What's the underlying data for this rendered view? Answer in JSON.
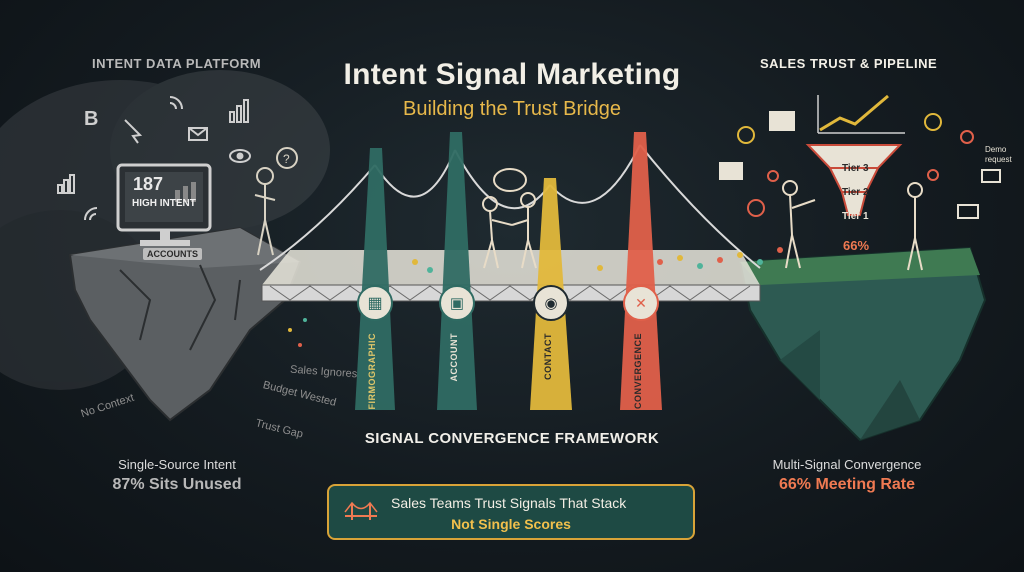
{
  "header": {
    "title": "Intent Signal Marketing",
    "subtitle": "Building the Trust Bridge"
  },
  "left": {
    "heading": "INTENT DATA PLATFORM",
    "monitor_number": "187",
    "monitor_label": "HIGH INTENT",
    "stand_label": "ACCOUNTS",
    "problems": [
      "Sales Ignores",
      "Budget Wested",
      "No Context",
      "Trust Gap"
    ],
    "caption_line1": "Single-Source Intent",
    "caption_line2": "87% Sits Unused"
  },
  "right": {
    "heading": "SALES TRUST & PIPELINE",
    "tiers": [
      "Tier 3",
      "Tier 2",
      "Tier 1"
    ],
    "rate_badge": "66%",
    "demo_note": "Demo request",
    "caption_line1": "Multi-Signal Convergence",
    "caption_line2": "66% Meeting Rate"
  },
  "pillars": [
    {
      "label": "FIRMOGRAPHIC",
      "icon": "building-icon",
      "color": "#2f6b63"
    },
    {
      "label": "ACCOUNT",
      "icon": "briefcase-icon",
      "color": "#2f6b63"
    },
    {
      "label": "CONTACT",
      "icon": "eye-icon",
      "color": "#e1b83b"
    },
    {
      "label": "CONVERGENCE",
      "icon": "converge-icon",
      "color": "#e0604a"
    }
  ],
  "framework_label": "SIGNAL CONVERGENCE FRAMEWORK",
  "banner": {
    "line1": "Sales Teams Trust Signals That Stack",
    "line2": "Not Single Scores"
  },
  "colors": {
    "teal": "#2f6b63",
    "gold": "#e1b83b",
    "coral": "#e0604a",
    "banner_bg": "#1e4a44",
    "banner_border": "#d8a338"
  }
}
